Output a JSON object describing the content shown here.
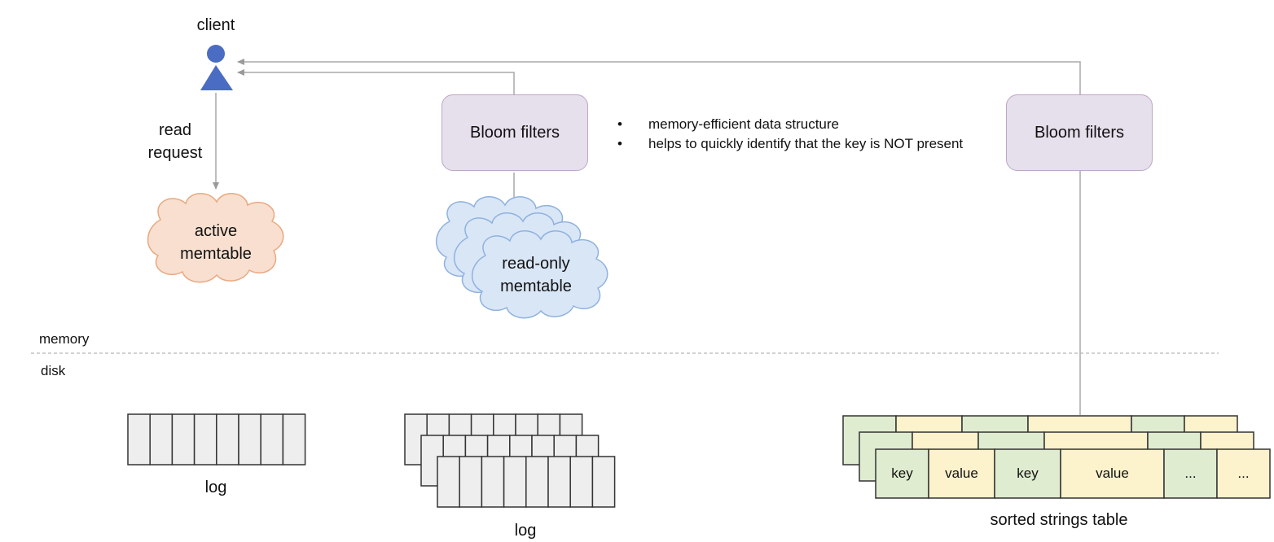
{
  "client": {
    "label": "client"
  },
  "read_request": {
    "line1": "read",
    "line2": "request"
  },
  "active_memtable": {
    "line1": "active",
    "line2": "memtable"
  },
  "readonly_memtable": {
    "line1": "read-only",
    "line2": "memtable"
  },
  "bloom_filters": [
    {
      "label": "Bloom filters"
    },
    {
      "label": "Bloom filters"
    }
  ],
  "bullets": [
    "memory-efficient data structure",
    "helps to quickly identify that the key is NOT present"
  ],
  "memory_label": "memory",
  "disk_label": "disk",
  "log_labels": [
    "log",
    "log"
  ],
  "sstable": {
    "cells": [
      "key",
      "value",
      "key",
      "value",
      "...",
      "..."
    ],
    "label": "sorted strings table"
  },
  "colors": {
    "client": "#4a6cc2",
    "bloom_fill": "#e6dfec",
    "bloom_border": "#bfa6c7",
    "active_cloud_fill": "#f8dfcf",
    "active_cloud_border": "#e9a980",
    "readonly_cloud_fill": "#d9e6f6",
    "readonly_cloud_border": "#8fb2de",
    "key_cell": "#dfeccf",
    "value_cell": "#fcf2cc",
    "log_cell": "#eeeeee",
    "arrow": "#9a9a9a"
  }
}
